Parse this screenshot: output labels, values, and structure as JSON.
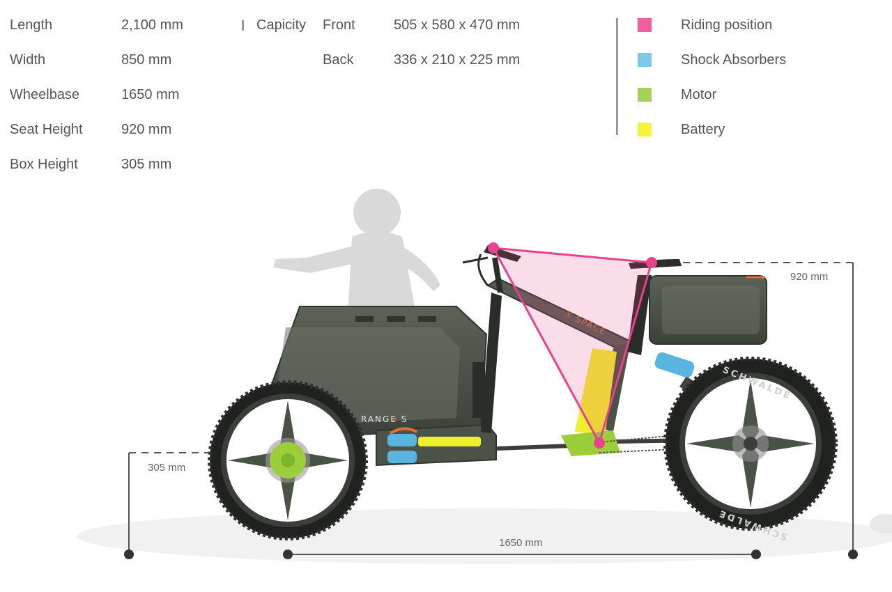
{
  "specs": [
    {
      "label": "Length",
      "value": "2,100 mm"
    },
    {
      "label": "Width",
      "value": "850 mm"
    },
    {
      "label": "Wheelbase",
      "value": "1650 mm"
    },
    {
      "label": "Seat Height",
      "value": "920 mm"
    },
    {
      "label": "Box Height",
      "value": "305 mm"
    }
  ],
  "capacity": {
    "heading": "Capicity",
    "rows": [
      {
        "label": "Front",
        "value": "505 x 580 x 470 mm"
      },
      {
        "label": "Back",
        "value": "336 x 210 x 225 mm"
      }
    ]
  },
  "legend": [
    {
      "label": "Riding position",
      "color": "#f0609c"
    },
    {
      "label": "Shock Absorbers",
      "color": "#7ec8ea"
    },
    {
      "label": "Motor",
      "color": "#a6d25a"
    },
    {
      "label": "Battery",
      "color": "#f7f23a"
    }
  ],
  "dimensions": {
    "seat_height": "920 mm",
    "box_height": "305 mm",
    "wheelbase": "1650 mm"
  },
  "bike_text": {
    "range_badge": "RANGE S",
    "brand": "X SPACE",
    "tire": "SCHWALDE"
  },
  "colors": {
    "body": "#4a5147",
    "riding_position": "#e8428c",
    "shock": "#5ab4e0",
    "motor": "#9ccd3a",
    "battery": "#eef02a",
    "accent_orange": "#e07030"
  }
}
